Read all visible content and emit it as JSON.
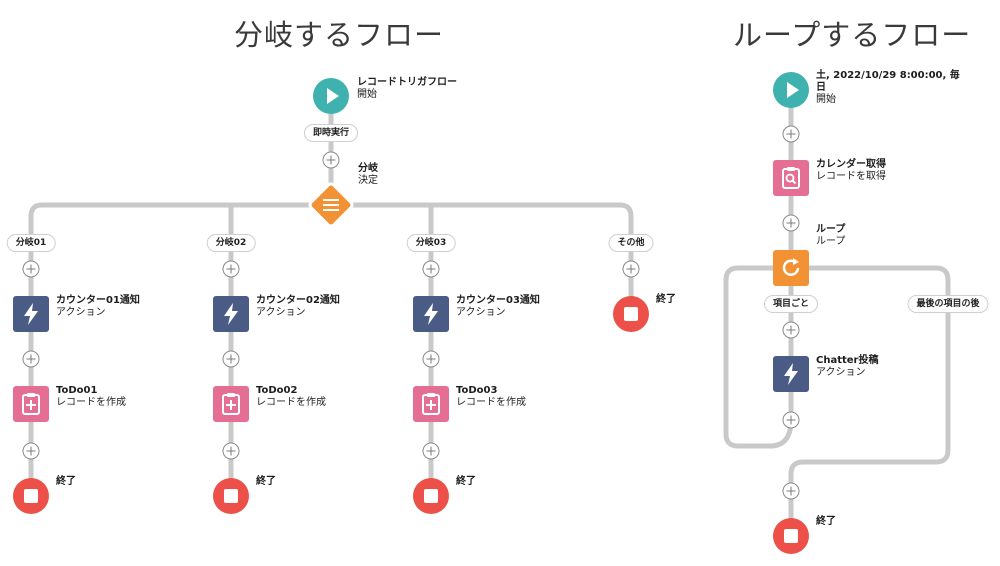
{
  "left": {
    "title": "分岐するフロー",
    "start": {
      "name": "レコードトリガフロー",
      "type": "開始"
    },
    "start_pill": "即時実行",
    "decision": {
      "name": "分岐",
      "type": "決定"
    },
    "branches": [
      {
        "label": "分岐01",
        "action": {
          "name": "カウンター01通知",
          "type": "アクション"
        },
        "record": {
          "name": "ToDo01",
          "type": "レコードを作成"
        },
        "end": "終了"
      },
      {
        "label": "分岐02",
        "action": {
          "name": "カウンター02通知",
          "type": "アクション"
        },
        "record": {
          "name": "ToDo02",
          "type": "レコードを作成"
        },
        "end": "終了"
      },
      {
        "label": "分岐03",
        "action": {
          "name": "カウンター03通知",
          "type": "アクション"
        },
        "record": {
          "name": "ToDo03",
          "type": "レコードを作成"
        },
        "end": "終了"
      },
      {
        "label": "その他",
        "end": "終了"
      }
    ]
  },
  "right": {
    "title": "ループするフロー",
    "start": {
      "name": "土, 2022/10/29 8:00:00, 毎",
      "name2": "日",
      "type": "開始"
    },
    "get": {
      "name": "カレンダー取得",
      "type": "レコードを取得"
    },
    "loop": {
      "name": "ループ",
      "type": "ループ"
    },
    "each_pill": "項目ごと",
    "after_pill": "最後の項目の後",
    "action": {
      "name": "Chatter投稿",
      "type": "アクション"
    },
    "end": "終了"
  },
  "colors": {
    "start": "#3fb1ae",
    "decision": "#f39234",
    "action": "#4a5c86",
    "record": "#e56f94",
    "loop": "#f39234",
    "end": "#ec5048",
    "connector": "#c9c9c9"
  },
  "icons": [
    "play-icon",
    "decision-icon",
    "lightning-icon",
    "clipboard-add-icon",
    "clipboard-search-icon",
    "loop-icon",
    "stop-icon",
    "plus-icon"
  ]
}
